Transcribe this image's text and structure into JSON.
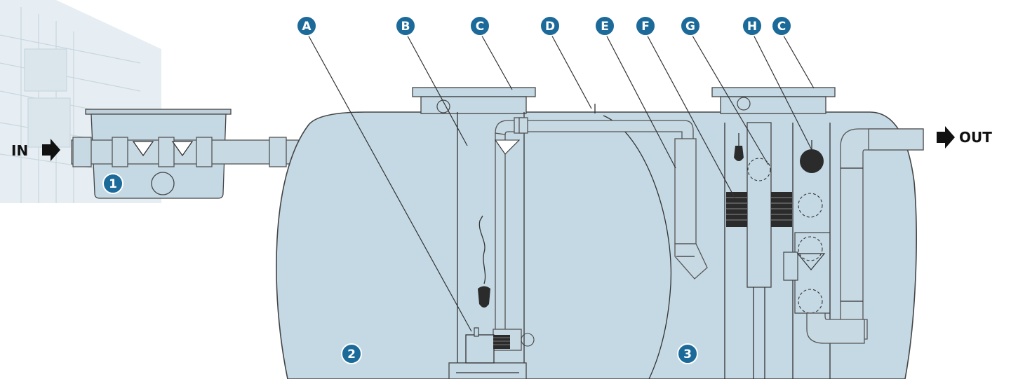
{
  "diagram": {
    "flow_in": "IN",
    "flow_out": "OUT",
    "callouts": [
      "A",
      "B",
      "C",
      "D",
      "E",
      "F",
      "G",
      "H",
      "C"
    ],
    "zones": [
      "1",
      "2",
      "3"
    ]
  },
  "colors": {
    "tank_fill": "#c5d9e5",
    "callout_badge": "#1c6a9a",
    "outline": "#444444",
    "window_bg": "#e6eef3",
    "float_dark": "#2b2b2b"
  }
}
